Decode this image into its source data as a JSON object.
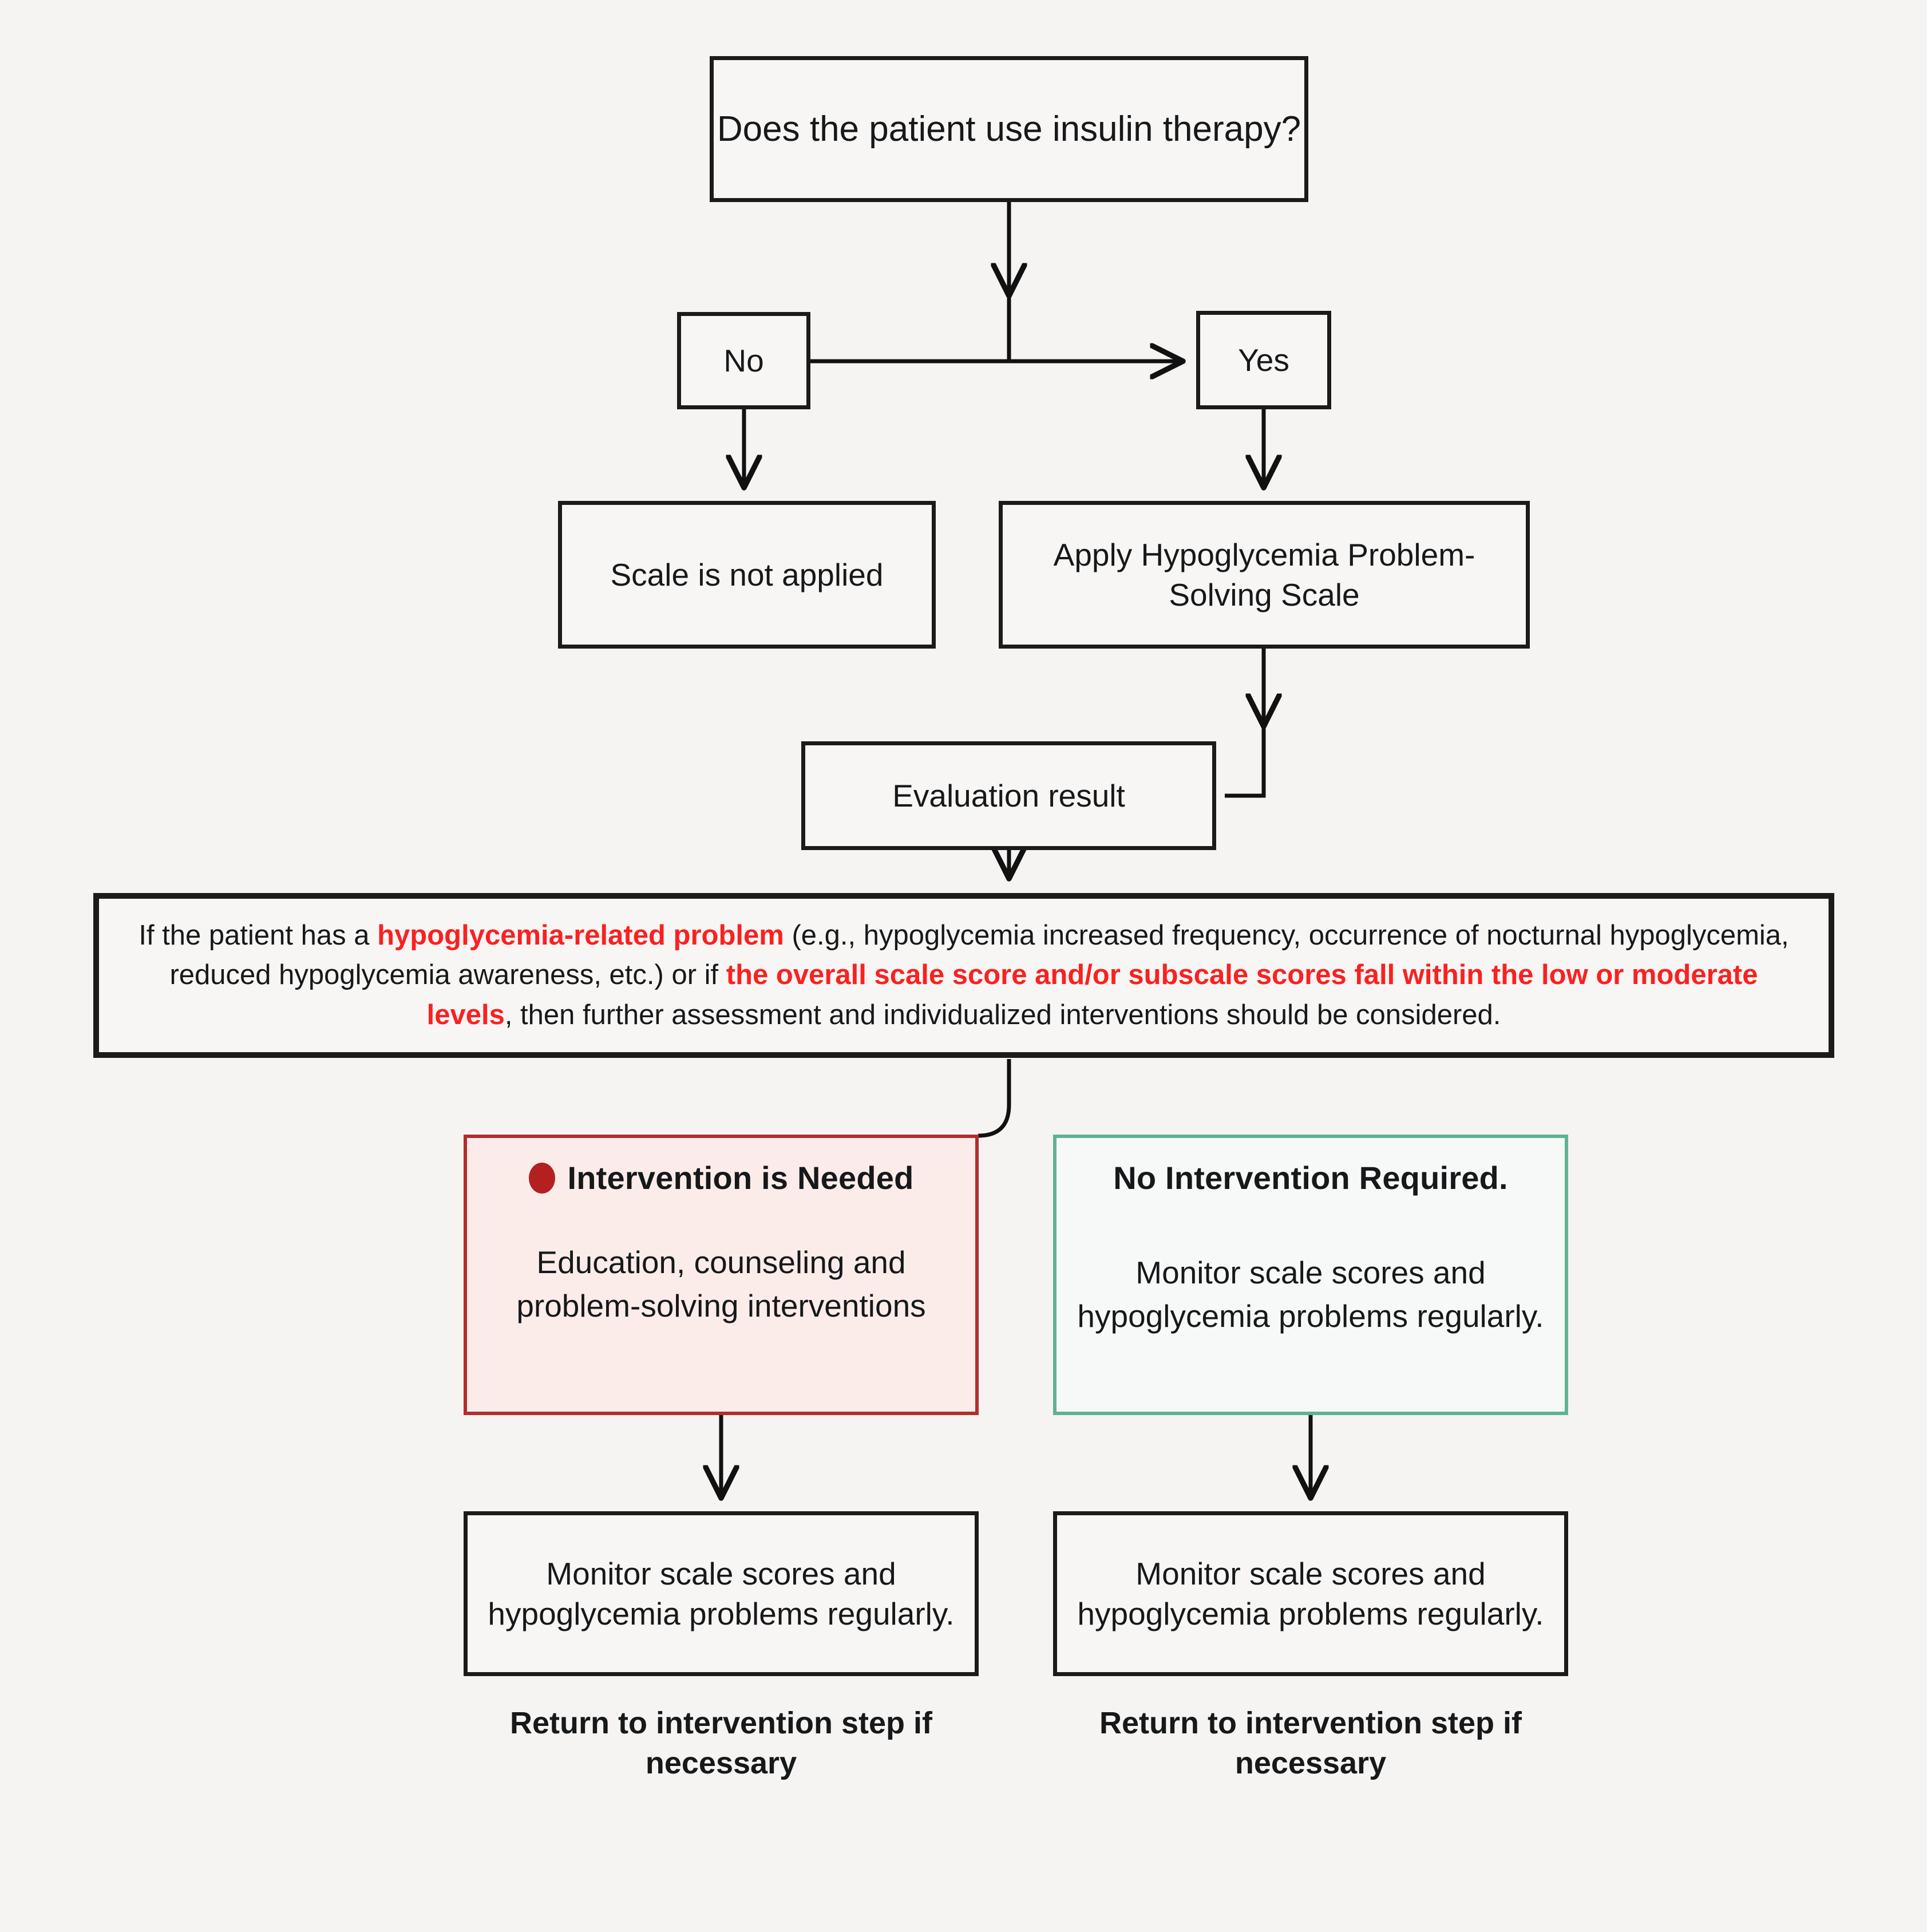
{
  "diagram": {
    "title": "Hypoglycemia Problem-Solving Scale clinical decision flowchart",
    "colors": {
      "background": "#f5f4f2",
      "node_border": "#1b1b1b",
      "node_fill": "#f7f6f4",
      "highlight_red": "#fb2020",
      "red_panel_border": "#b32d2d",
      "red_panel_fill": "#fbecea",
      "red_bullet": "#b22020",
      "green_panel_border": "#5fb292",
      "green_panel_fill": "#f7f9f8"
    }
  },
  "nodes": {
    "question": "Does the patient use insulin therapy?",
    "no": "No",
    "yes": "Yes",
    "scale_not_applied": "Scale is not applied",
    "apply_scale": "Apply Hypoglycemia Problem-Solving Scale",
    "evaluation_result": "Evaluation result"
  },
  "criteria_box": {
    "seg1": "If the patient has a ",
    "hl1": "hypoglycemia-related problem",
    "seg2": " (e.g., hypoglycemia increased frequency, occurrence of nocturnal hypoglycemia, reduced hypoglycemia awareness, etc.) or if ",
    "hl2": "the overall scale score and/or subscale scores fall within the low or moderate levels",
    "seg3": ", then further assessment and individualized interventions should be considered."
  },
  "outcome_red": {
    "title": "Intervention is Needed",
    "body": "Education, counseling and problem-solving interventions"
  },
  "outcome_green": {
    "title": "No Intervention Required.",
    "body": "Monitor scale scores and hypoglycemia problems regularly."
  },
  "followup": {
    "monitor_left": "Monitor scale scores and hypoglycemia problems regularly.",
    "monitor_right": "Monitor scale scores and hypoglycemia problems regularly.",
    "caption_left": "Return to intervention step if necessary",
    "caption_right": "Return to intervention step if necessary"
  }
}
